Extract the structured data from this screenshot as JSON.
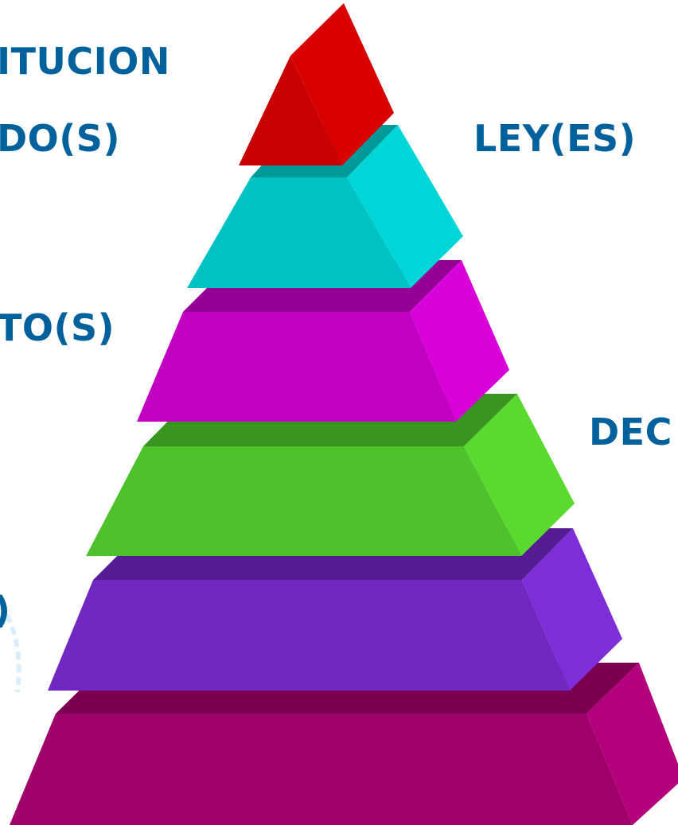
{
  "colors": {
    "label_text": "#00619c",
    "apex": [
      "#c90000",
      "#d90000",
      "#f20000"
    ],
    "level_2": [
      "#00c1c4",
      "#00d6d8",
      "#00999a"
    ],
    "level_3": [
      "#c100c1",
      "#d900d9",
      "#930093"
    ],
    "level_4": [
      "#4fc12c",
      "#5ad92e",
      "#3a9422"
    ],
    "level_5": [
      "#7028c1",
      "#7e2ed9",
      "#561c93"
    ],
    "level_6": [
      "#a0006a",
      "#b4007d",
      "#7c0050"
    ],
    "swoosh": "#d9eefa"
  },
  "labels": {
    "constitucion": "ITUCION",
    "tratados": "DO(S)",
    "leyes": "LEY(ES)",
    "reglamentos": "TO(S)",
    "decretos": "DEC",
    "paren": ")"
  }
}
